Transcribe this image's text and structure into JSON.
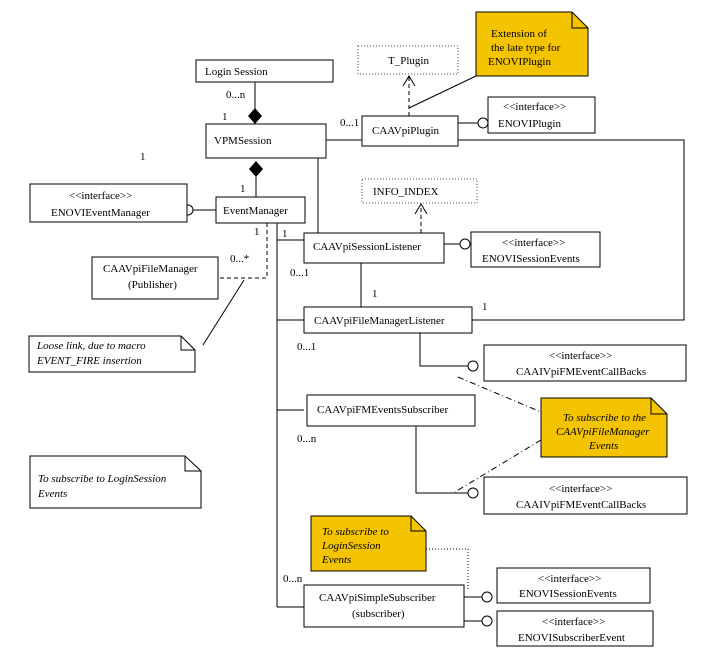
{
  "colors": {
    "note_fill": "#f5c400",
    "line": "#000000",
    "background": "#ffffff"
  },
  "boxes": {
    "login_session": "Login Session",
    "vpm_session": "VPMSession",
    "t_plugin": "T_Plugin",
    "caavpi_plugin": "CAAVpiPlugin",
    "enovi_plugin": {
      "stereo": "<<interface>>",
      "name": "ENOVIPlugin"
    },
    "info_index": "INFO_INDEX",
    "enovi_event_manager": {
      "stereo": "<<interface>>",
      "name": "ENOVIEventManager"
    },
    "event_manager": "EventManager",
    "session_listener": "CAAVpiSessionListener",
    "enovi_session_events_1": {
      "stereo": "<<interface>>",
      "name": "ENOVISessionEvents"
    },
    "file_manager": {
      "line1": "CAAVpiFileManager",
      "line2": "(Publisher)"
    },
    "file_manager_listener": "CAAVpiFileManagerListener",
    "callbacks_1": {
      "stereo": "<<interface>>",
      "name": "CAAIVpiFMEventCallBacks"
    },
    "fm_events_subscriber": "CAAVpiFMEventsSubscriber",
    "callbacks_2": {
      "stereo": "<<interface>>",
      "name": "CAAIVpiFMEventCallBacks"
    },
    "simple_subscriber": {
      "line1": "CAAVpiSimpleSubscriber",
      "line2": "(subscriber)"
    },
    "enovi_session_events_2": {
      "stereo": "<<interface>>",
      "name": "ENOVISessionEvents"
    },
    "enovi_subscriber_event": {
      "stereo": "<<interface>>",
      "name": "ENOVISubscriberEvent"
    }
  },
  "notes": {
    "extension": [
      "Extension of",
      "the late type for",
      "ENOVIPlugin"
    ],
    "loose_link": [
      "Loose link, due to macro",
      "EVENT_FIRE insertion"
    ],
    "subscribe_fm": [
      "To subscribe to the",
      "CAAVpiFileManager",
      "Events"
    ],
    "subscribe_login_white": [
      "To subscribe to LoginSession",
      "Events"
    ],
    "subscribe_login_yellow": [
      "To subscribe to",
      "LoginSession",
      "Events"
    ]
  },
  "multiplicities": {
    "login_0n": "0...n",
    "login_1": "1",
    "vpm_1_left": "1",
    "plugin_01": "0...1",
    "vpm_em_1": "1",
    "em_1_a": "1",
    "em_1_b": "1",
    "fm_0star": "0...*",
    "sl_01": "0...1",
    "sl_1": "1",
    "fml_1": "1",
    "fml_01": "0...1",
    "fmes_0n": "0...n",
    "ss_0n": "0...n"
  }
}
